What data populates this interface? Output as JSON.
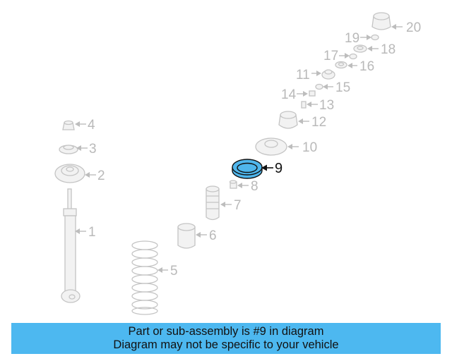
{
  "diagram": {
    "highlighted_part": "9",
    "callouts": [
      "1",
      "2",
      "3",
      "4",
      "5",
      "6",
      "7",
      "8",
      "9",
      "10",
      "11",
      "12",
      "13",
      "14",
      "15",
      "16",
      "17",
      "18",
      "19",
      "20"
    ]
  },
  "banner": {
    "line1": "Part or sub-assembly is #9 in diagram",
    "line2": "Diagram may not be specific to your vehicle"
  },
  "colors": {
    "highlight": "#4fb6ec",
    "banner_bg": "#4db8f0",
    "part_lines": "#c4c4c4"
  }
}
